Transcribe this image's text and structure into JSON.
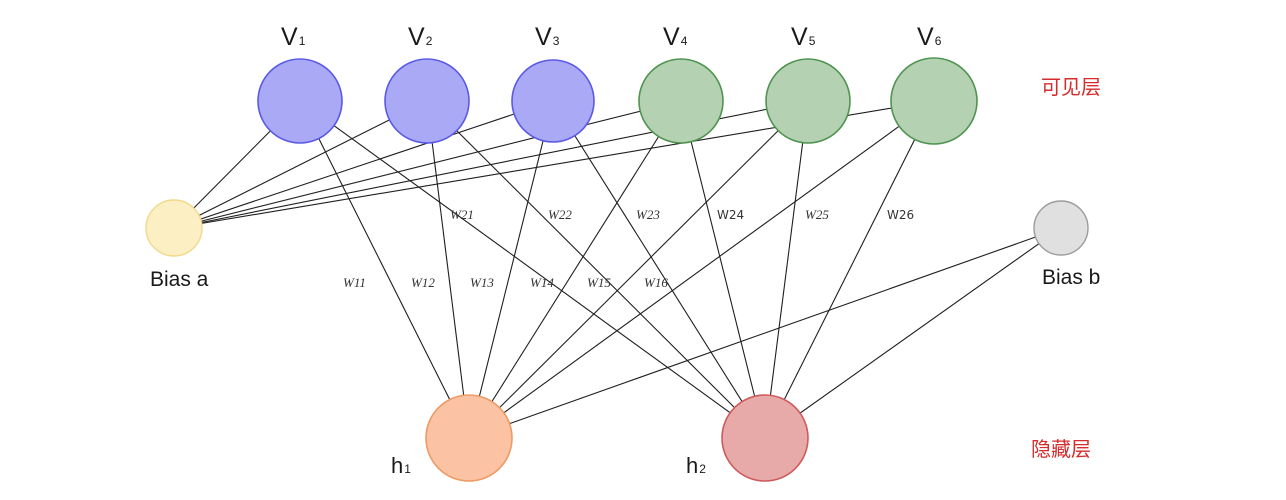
{
  "colors": {
    "visible_blue_fill": "#a9a9f6",
    "visible_blue_stroke": "#5a5ae6",
    "visible_green_fill": "#b4d1b2",
    "visible_green_stroke": "#4f9450",
    "bias_a_fill": "#fdefc4",
    "bias_a_stroke": "#f1d98d",
    "bias_b_fill": "#e0e0e0",
    "bias_b_stroke": "#9c9c9c",
    "h1_fill": "#fbc3a4",
    "h1_stroke": "#ee9a64",
    "h2_fill": "#e8a9a9",
    "h2_stroke": "#cd5b5b",
    "layer_label": "#d62b2b",
    "edge": "#1f1f1f"
  },
  "visible_layer": {
    "label": "可见层",
    "nodes": [
      {
        "id": "v1",
        "label": "V",
        "sub": "1"
      },
      {
        "id": "v2",
        "label": "V",
        "sub": "2"
      },
      {
        "id": "v3",
        "label": "V",
        "sub": "3"
      },
      {
        "id": "v4",
        "label": "V",
        "sub": "4"
      },
      {
        "id": "v5",
        "label": "V",
        "sub": "5"
      },
      {
        "id": "v6",
        "label": "V",
        "sub": "6"
      }
    ]
  },
  "hidden_layer": {
    "label": "隐藏层",
    "nodes": [
      {
        "id": "h1",
        "label": "h",
        "sub": "1"
      },
      {
        "id": "h2",
        "label": "h",
        "sub": "2"
      }
    ]
  },
  "bias": {
    "a_label": "Bias a",
    "b_label": "Bias b"
  },
  "weights": {
    "w11": "W11",
    "w12": "W12",
    "w13": "W13",
    "w14": "W14",
    "w15": "W15",
    "w16": "W16",
    "w21": "W21",
    "w22": "W22",
    "w23": "W23",
    "w24": "W24",
    "w25": "W25",
    "w26": "W26"
  },
  "edges": [
    [
      "bias_a",
      "v1"
    ],
    [
      "bias_a",
      "v2"
    ],
    [
      "bias_a",
      "v3"
    ],
    [
      "bias_a",
      "v4"
    ],
    [
      "bias_a",
      "v5"
    ],
    [
      "bias_a",
      "v6"
    ],
    [
      "bias_b",
      "h1"
    ],
    [
      "bias_b",
      "h2"
    ],
    [
      "v1",
      "h1"
    ],
    [
      "v2",
      "h1"
    ],
    [
      "v3",
      "h1"
    ],
    [
      "v4",
      "h1"
    ],
    [
      "v5",
      "h1"
    ],
    [
      "v6",
      "h1"
    ],
    [
      "v1",
      "h2"
    ],
    [
      "v2",
      "h2"
    ],
    [
      "v3",
      "h2"
    ],
    [
      "v4",
      "h2"
    ],
    [
      "v5",
      "h2"
    ],
    [
      "v6",
      "h2"
    ]
  ]
}
